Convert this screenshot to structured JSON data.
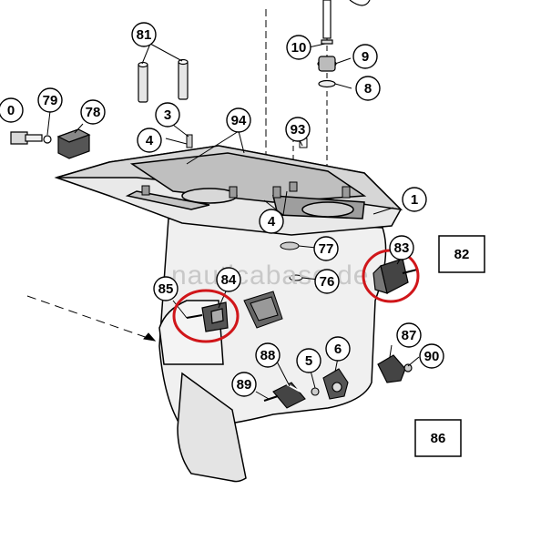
{
  "diagram": {
    "watermark": "nauticabase.de",
    "callouts": {
      "c81": "81",
      "c10": "10",
      "c9": "9",
      "c8": "8",
      "c0": "0",
      "c79": "79",
      "c78": "78",
      "c3": "3",
      "c94": "94",
      "c93": "93",
      "c4a": "4",
      "c1": "1",
      "c4b": "4",
      "c77": "77",
      "c83": "83",
      "c82": "82",
      "c85": "85",
      "c84": "84",
      "c76": "76",
      "c87": "87",
      "c90": "90",
      "c88": "88",
      "c5": "5",
      "c6": "6",
      "c89": "89",
      "c86": "86"
    },
    "highlight_color": "#d0161a",
    "line_color": "#000000"
  }
}
